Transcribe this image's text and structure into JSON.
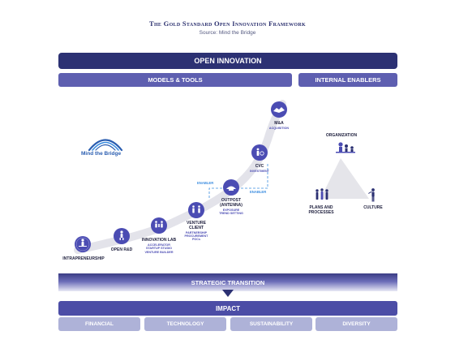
{
  "header": {
    "title": "The Gold Standard Open Innovation Framework",
    "source": "Source: Mind the Bridge"
  },
  "bars": {
    "open_innovation": "OPEN INNOVATION",
    "models_tools": "MODELS & TOOLS",
    "internal_enablers": "INTERNAL ENABLERS"
  },
  "logo": {
    "text": "Mind the Bridge"
  },
  "models": [
    {
      "label": "INTRAPRENEURSHIP",
      "icon": "intrapreneurship-icon"
    },
    {
      "label": "OPEN R&D",
      "icon": "open-rd-icon"
    },
    {
      "label": "INNOVATION LAB",
      "sub": [
        "ACCELERATOR",
        "STARTUP STUDIO",
        "VENTURE BUILDER"
      ],
      "icon": "innovation-lab-icon"
    },
    {
      "label": "VENTURE",
      "label2": "CLIENT",
      "sub": [
        "PARTNERSHIP",
        "PROCUREMENT",
        "POCs"
      ],
      "icon": "venture-client-icon"
    },
    {
      "label": "OUTPOST",
      "label2": "(ANTENNA)",
      "sub": [
        "EXPOSURE",
        "TREND SETTING"
      ],
      "icon": "outpost-icon"
    },
    {
      "label": "CVC",
      "sub": [
        "INVESTMENT"
      ],
      "icon": "cvc-icon"
    },
    {
      "label": "M&A",
      "sub": [
        "ACQUISITION"
      ],
      "icon": "ma-icon"
    }
  ],
  "enabler_notes": [
    "ENABLER",
    "ENABLER"
  ],
  "enablers": {
    "top": "ORGANIZATION",
    "left_line1": "PLANS AND",
    "left_line2": "PROCESSES",
    "right": "CULTURE"
  },
  "transition": "STRATEGIC TRANSITION",
  "impact": {
    "title": "IMPACT",
    "items": [
      "FINANCIAL",
      "TECHNOLOGY",
      "SUSTAINABILITY",
      "DIVERSITY"
    ]
  },
  "colors": {
    "navy": "#2c3173",
    "mid_blue": "#5e5fb0",
    "icon_fill": "#4b4cb3",
    "curve": "#e3e3ea",
    "accent_blue": "#3b8de0",
    "light_bar": "#aeb2d8"
  }
}
